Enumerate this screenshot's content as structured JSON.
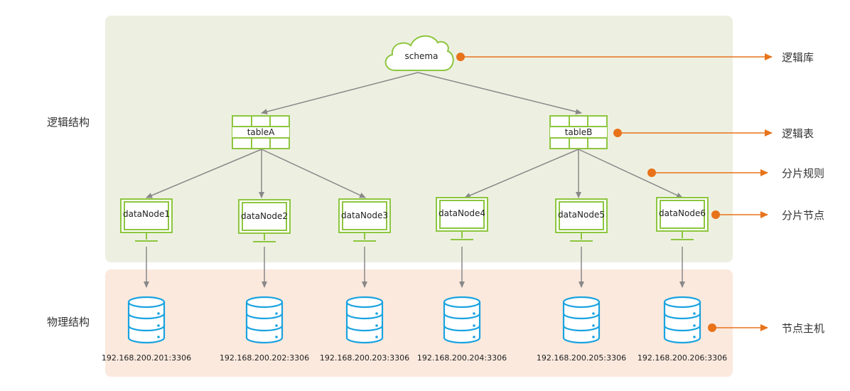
{
  "sections": {
    "logical": "逻辑结构",
    "physical": "物理结构"
  },
  "schema": {
    "label": "schema"
  },
  "tables": [
    {
      "label": "tableA"
    },
    {
      "label": "tableB"
    }
  ],
  "data_nodes": [
    {
      "label": "dataNode1"
    },
    {
      "label": "dataNode2"
    },
    {
      "label": "dataNode3"
    },
    {
      "label": "dataNode4"
    },
    {
      "label": "dataNode5"
    },
    {
      "label": "dataNode6"
    }
  ],
  "hosts": [
    {
      "address": "192.168.200.201:3306"
    },
    {
      "address": "192.168.200.202:3306"
    },
    {
      "address": "192.168.200.203:3306"
    },
    {
      "address": "192.168.200.204:3306"
    },
    {
      "address": "192.168.200.205:3306"
    },
    {
      "address": "192.168.200.206:3306"
    }
  ],
  "annotations": [
    {
      "label": "逻辑库"
    },
    {
      "label": "逻辑表"
    },
    {
      "label": "分片规则"
    },
    {
      "label": "分片节点"
    },
    {
      "label": "节点主机"
    }
  ],
  "colors": {
    "green": "#8dc63f",
    "blue": "#1aa3e0",
    "orange": "#e8731a",
    "connector": "#888888"
  }
}
